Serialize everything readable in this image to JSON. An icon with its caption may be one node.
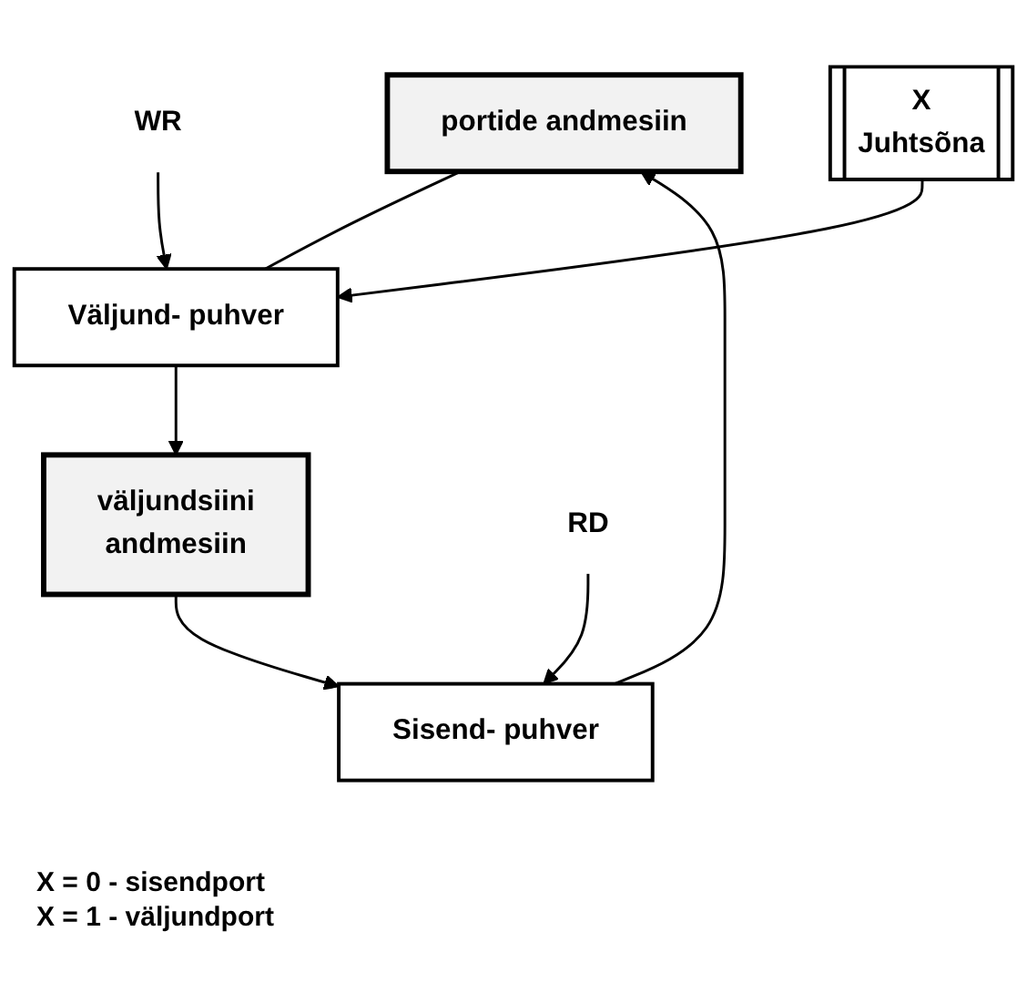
{
  "diagram": {
    "nodes": [
      {
        "text": [
          "portide andmesiin"
        ]
      },
      {
        "text": [
          "Sisend- puhver"
        ]
      },
      {
        "text": [
          "Väljund- puhver"
        ]
      },
      {
        "text": [
          "väljundsiini",
          "andmesiin"
        ]
      },
      {
        "text": [
          "X",
          "Juhtsõna"
        ]
      },
      {
        "text": [
          "RD"
        ]
      },
      {
        "text": [
          "WR"
        ]
      }
    ],
    "edges": [
      {
        "from": 1,
        "to": 0,
        "arrow": "to"
      },
      {
        "from": 3,
        "to": 1,
        "arrow": "to"
      },
      {
        "from": 0,
        "to": 2,
        "arrow": "none"
      },
      {
        "from": 2,
        "to": 3,
        "arrow": "to"
      },
      {
        "from": 5,
        "to": 1,
        "arrow": "to"
      },
      {
        "from": 6,
        "to": 2,
        "arrow": "to"
      },
      {
        "from": 4,
        "to": 2,
        "arrow": "to"
      }
    ],
    "labels": [
      "X = 0 - sisendport",
      "X = 1 - väljundport"
    ]
  }
}
